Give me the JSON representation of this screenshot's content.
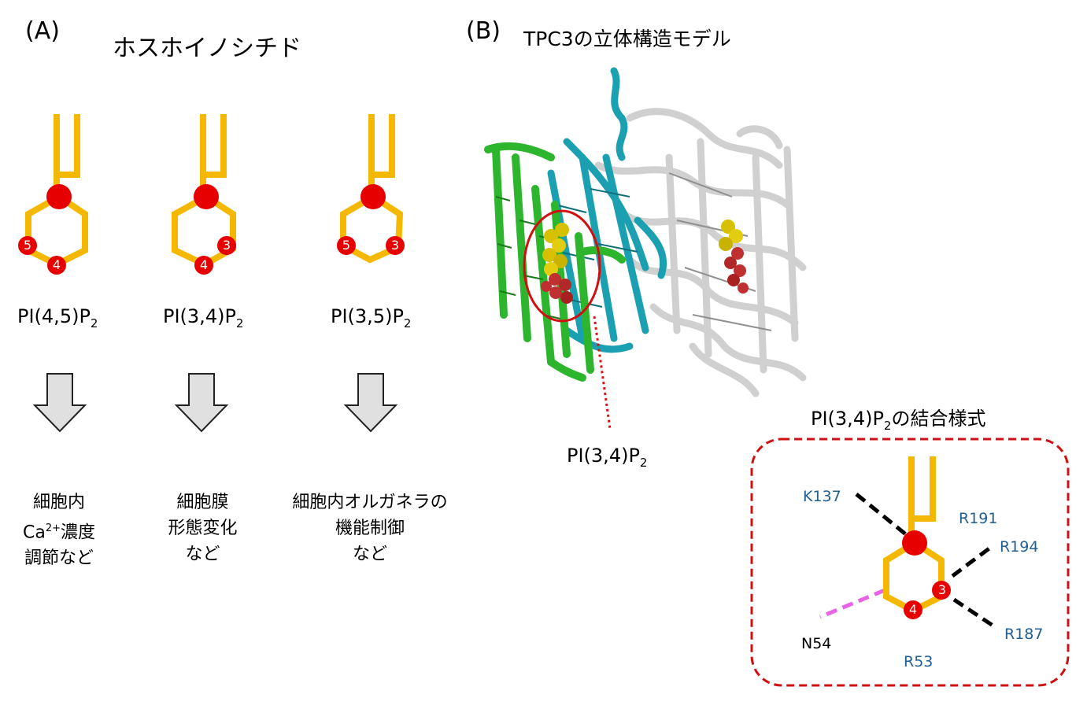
{
  "panel_a": {
    "label": "(A)",
    "title": "ホスホイノシチド",
    "lipids": [
      {
        "name": "PI(4,5)P",
        "sub": "2",
        "positions": [
          "5",
          "4"
        ],
        "function": [
          "細胞内",
          "Ca",
          "2+",
          "濃度",
          "調節など"
        ]
      },
      {
        "name": "PI(3,4)P",
        "sub": "2",
        "positions": [
          "4",
          "3"
        ],
        "function": [
          "細胞膜",
          "形態変化",
          "など"
        ]
      },
      {
        "name": "PI(3,5)P",
        "sub": "2",
        "positions": [
          "5",
          "3"
        ],
        "function": [
          "細胞内オルガネラの",
          "機能制御",
          "など"
        ]
      }
    ]
  },
  "panel_b": {
    "label": "(B)",
    "title": "TPC3の立体構造モデル",
    "pointer_label": {
      "name": "PI(3,4)P",
      "sub": "2"
    },
    "binding_mode": {
      "title_pre": "PI(3,4)P",
      "title_sub": "2",
      "title_post": "の結合様式",
      "positions": [
        "4",
        "3"
      ],
      "residues": {
        "k137": "K137",
        "r191": "R191",
        "r194": "R194",
        "r187": "R187",
        "r53": "R53",
        "n54": "N54"
      }
    }
  },
  "colors": {
    "lipid_tail": "#f5b800",
    "phosphate": "#e60000",
    "arrow_fill": "#e0e0e0",
    "protein_green": "#2db52d",
    "protein_cyan": "#1aa0b0",
    "protein_white": "#d8d8d8",
    "ligand_yellow": "#d7c000",
    "ligand_red": "#c03030",
    "highlight_red": "#d01010",
    "residue_blue": "#1f5f93",
    "hbond_black": "#000000",
    "hbond_magenta": "#e863e8"
  }
}
